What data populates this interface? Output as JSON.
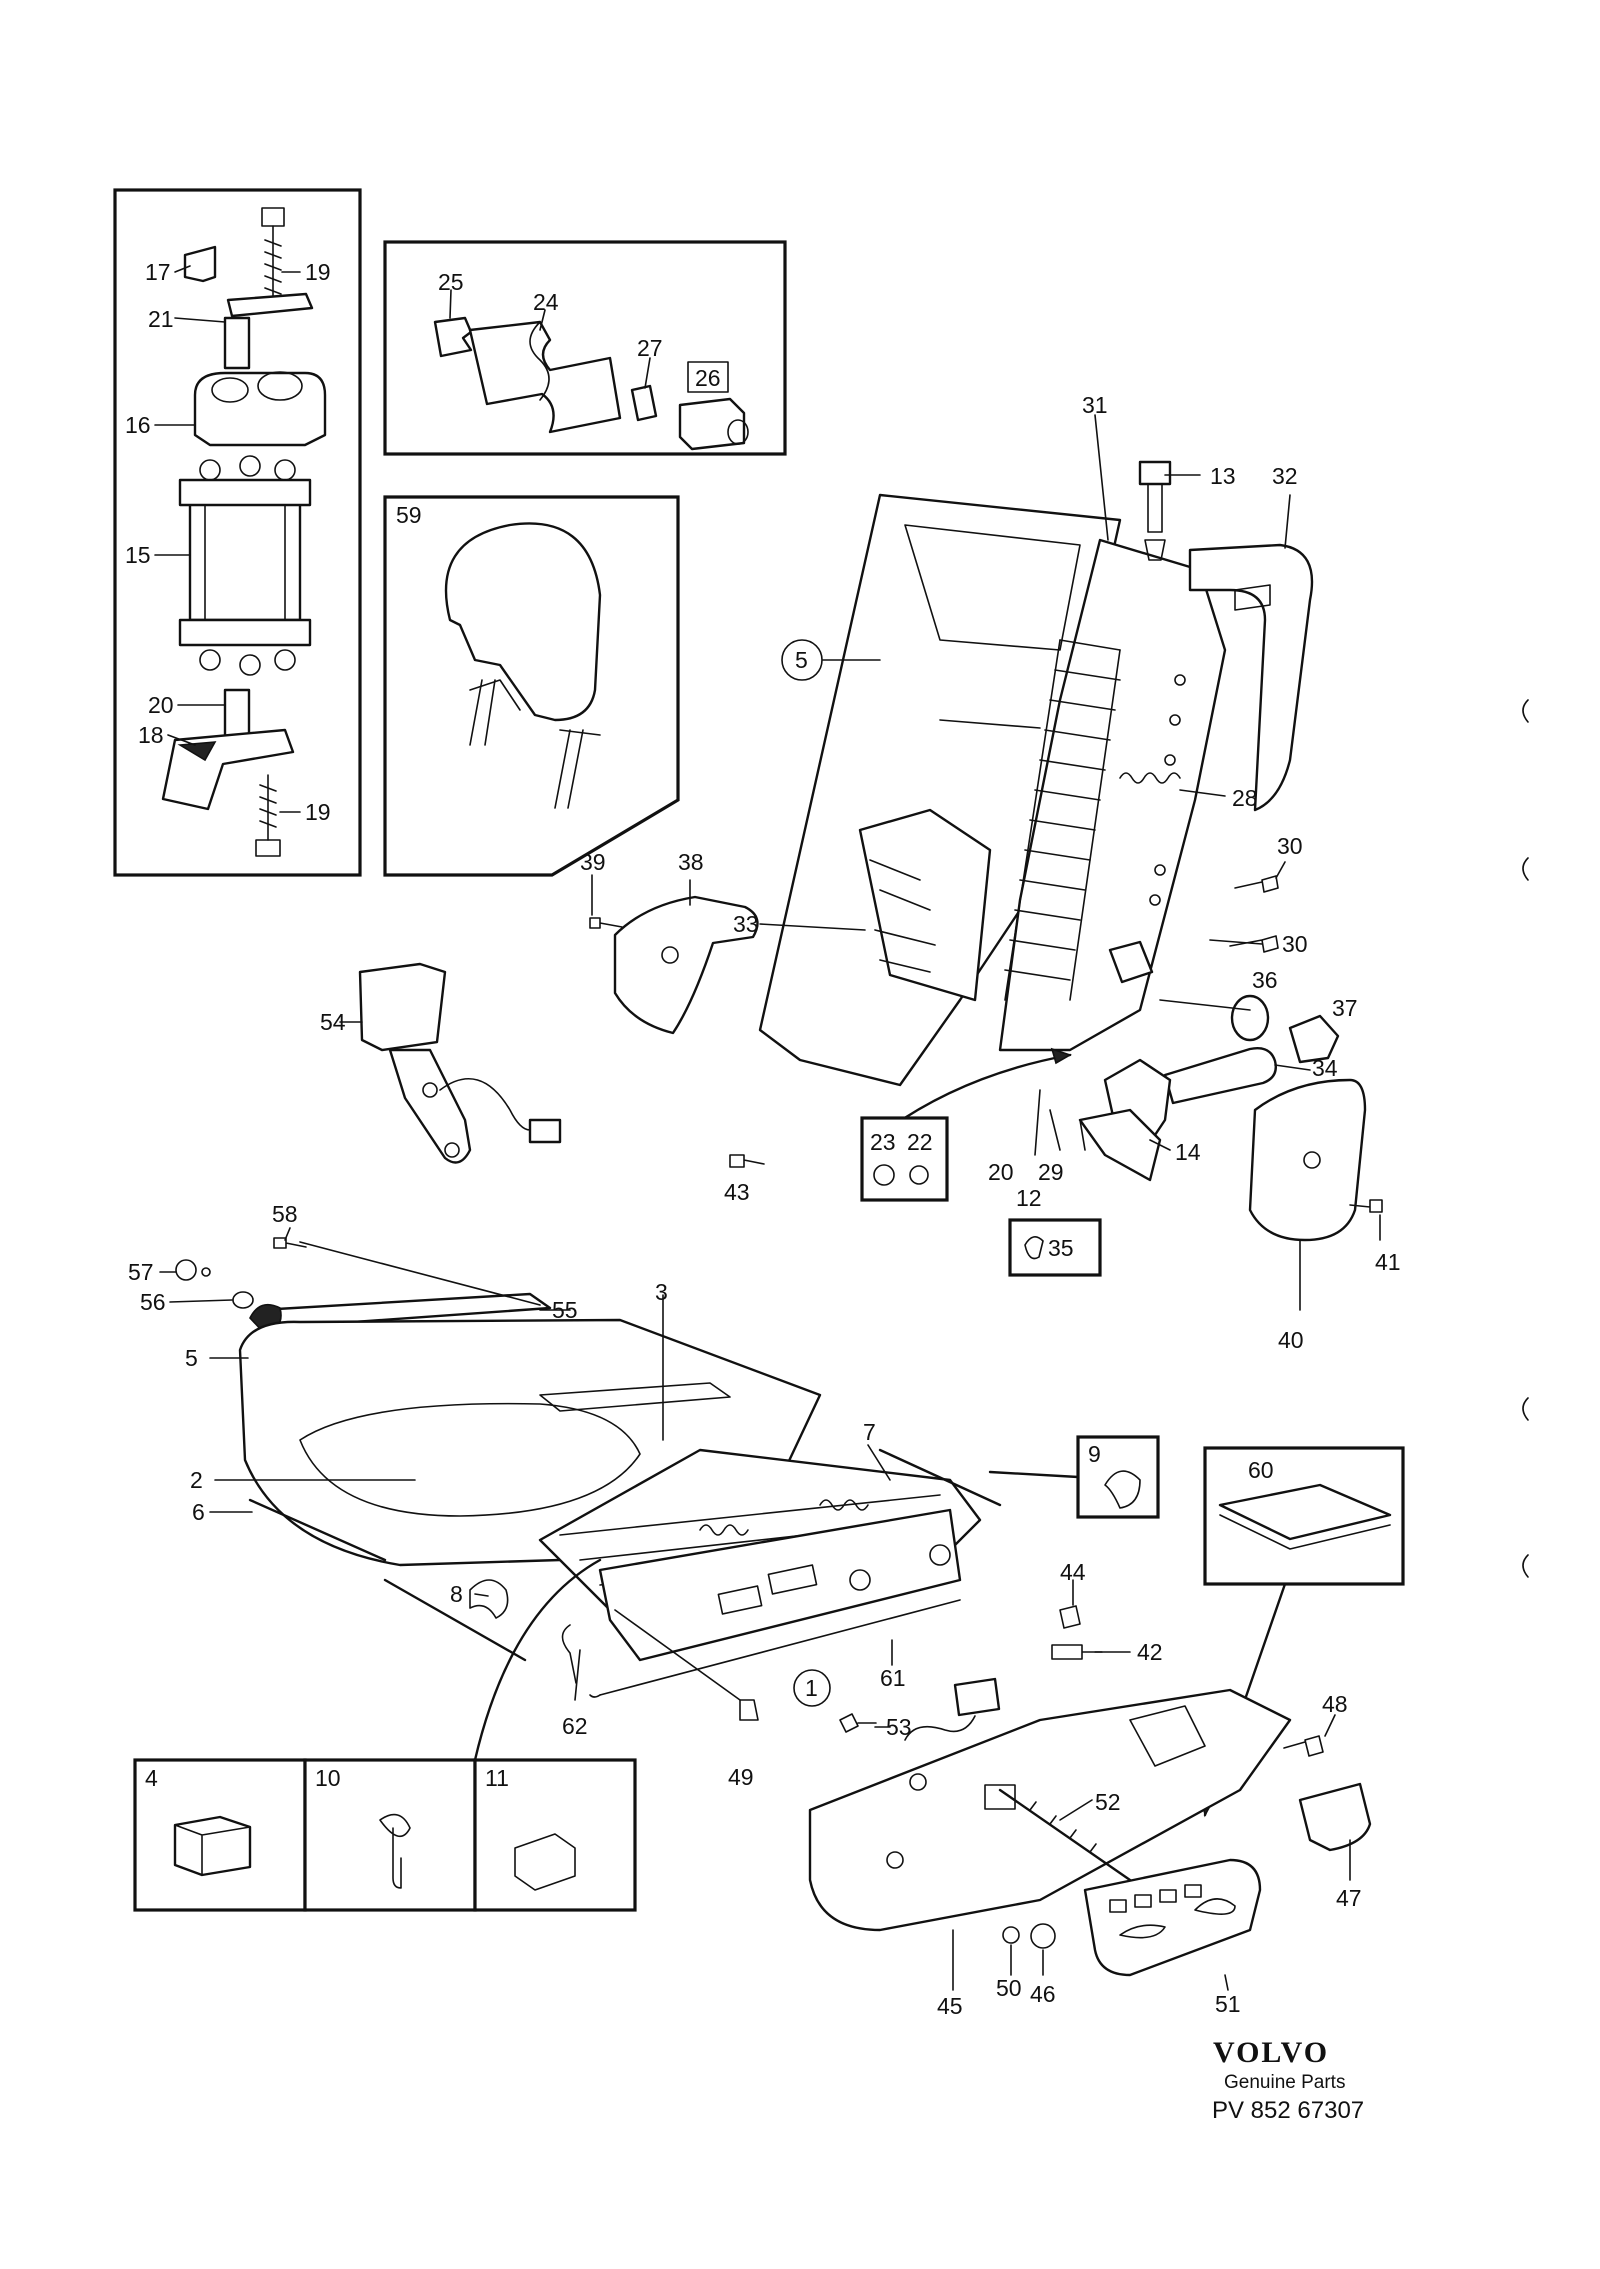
{
  "footer": {
    "brand": "VOLVO",
    "subtitle": "Genuine Parts",
    "catalog_number": "PV 852 67307"
  },
  "labels": {
    "l1": "1",
    "l2": "2",
    "l3": "3",
    "l4": "4",
    "l5a": "5",
    "l5b": "5",
    "l6": "6",
    "l7": "7",
    "l8": "8",
    "l9": "9",
    "l10": "10",
    "l11": "11",
    "l12": "12",
    "l13": "13",
    "l14": "14",
    "l15": "15",
    "l16": "16",
    "l17": "17",
    "l18": "18",
    "l19a": "19",
    "l19b": "19",
    "l20a": "20",
    "l20b": "20",
    "l21": "21",
    "l22": "22",
    "l23": "23",
    "l24": "24",
    "l25": "25",
    "l26": "26",
    "l27": "27",
    "l28": "28",
    "l29": "29",
    "l30a": "30",
    "l30b": "30",
    "l31": "31",
    "l32": "32",
    "l33": "33",
    "l34": "34",
    "l35": "35",
    "l36": "36",
    "l37": "37",
    "l38": "38",
    "l39": "39",
    "l40": "40",
    "l41": "41",
    "l42": "42",
    "l43": "43",
    "l44": "44",
    "l45": "45",
    "l46": "46",
    "l47": "47",
    "l48": "48",
    "l49": "49",
    "l50": "50",
    "l51": "51",
    "l52": "52",
    "l53": "53",
    "l54": "54",
    "l55": "55",
    "l56": "56",
    "l57": "57",
    "l58": "58",
    "l59": "59",
    "l60": "60",
    "l61": "61",
    "l62": "62"
  }
}
